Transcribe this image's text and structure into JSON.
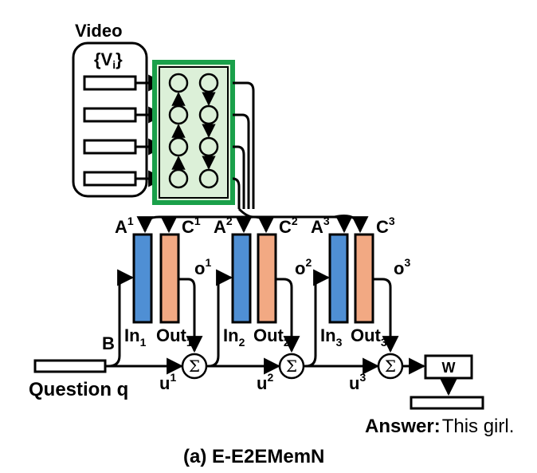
{
  "diagram": {
    "video_label": "Video",
    "set_label": "{V",
    "set_sub": "i",
    "set_close": "}",
    "memory_labels": {
      "A": "A",
      "C": "C",
      "hops": [
        "1",
        "2",
        "3"
      ]
    },
    "out_labels": [
      "o",
      "o",
      "o"
    ],
    "in_labels": [
      "In",
      "In",
      "In"
    ],
    "outb_labels": [
      "Out",
      "Out",
      "Out"
    ],
    "u_labels": [
      "u",
      "u",
      "u"
    ],
    "b_label": "B",
    "question_label": "Question q",
    "sum_symbol": "Σ",
    "w_label": "W",
    "answer_label": "Answer:",
    "answer_value": "This girl.",
    "caption": "(a) E-E2EMemN",
    "colors": {
      "lstm_fill": "#dcf0d8",
      "lstm_border": "#1aa04a",
      "in_fill": "#4f8fd4",
      "out_fill": "#f2a983",
      "stroke": "#000000"
    }
  }
}
